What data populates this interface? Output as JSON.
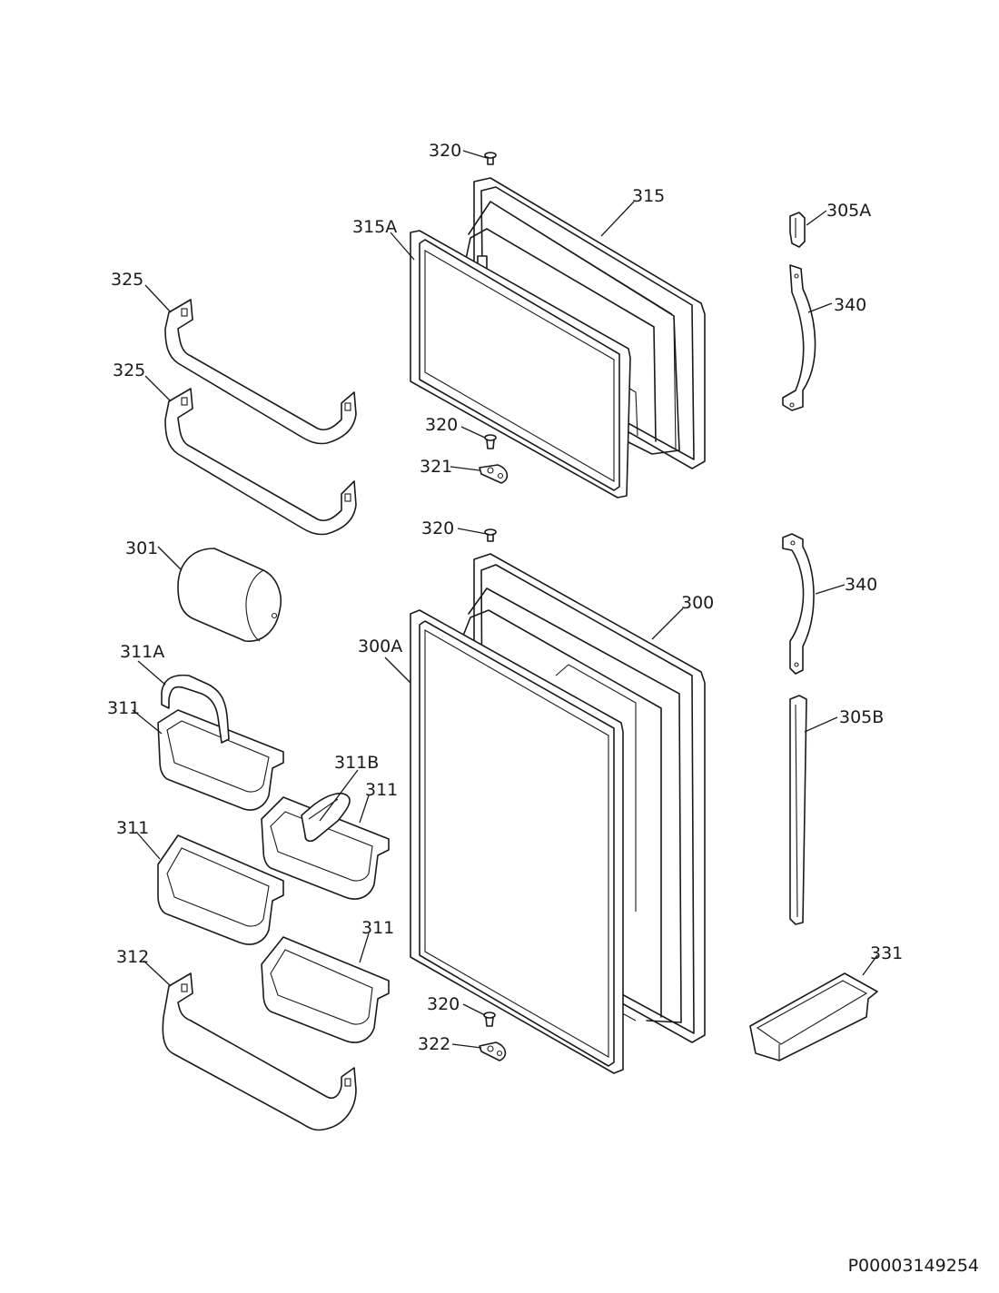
{
  "labels": {
    "l320_top": "320",
    "l315": "315",
    "l315A": "315A",
    "l305A": "305A",
    "l340_top": "340",
    "l325_a": "325",
    "l325_b": "325",
    "l320_mid": "320",
    "l321": "321",
    "l320_low": "320",
    "l301": "301",
    "l340_low": "340",
    "l300": "300",
    "l300A": "300A",
    "l311A": "311A",
    "l311_a": "311",
    "l311B": "311B",
    "l311_b": "311",
    "l305B": "305B",
    "l311_c": "311",
    "l311_d": "311",
    "l331": "331",
    "l312": "312",
    "l320_bot": "320",
    "l322": "322"
  },
  "drawing_code": "P00003149254"
}
